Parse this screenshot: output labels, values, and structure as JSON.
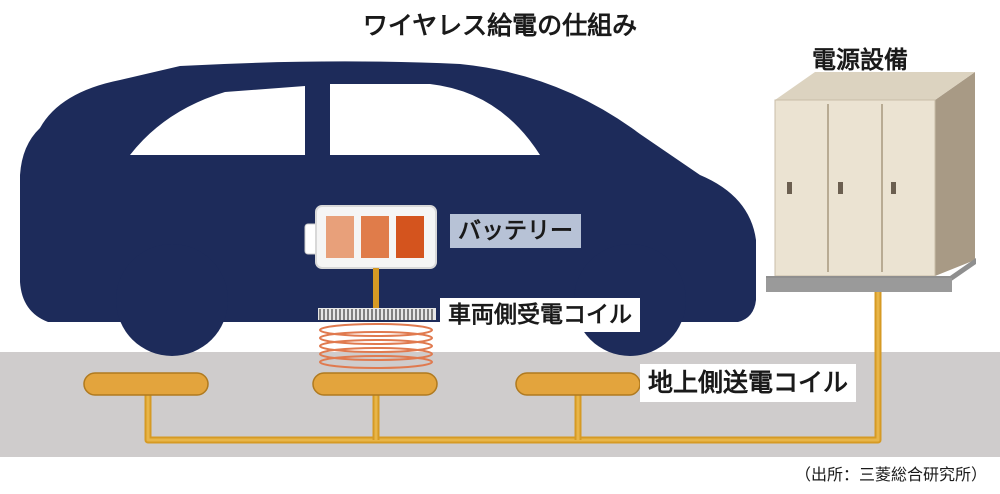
{
  "title": "ワイヤレス給電の仕組み",
  "labels": {
    "power_equipment": "電源設備",
    "battery": "バッテリー",
    "vehicle_coil": "車両側受電コイル",
    "ground_coil": "地上側送電コイル"
  },
  "source": "（出所：三菱総合研究所）",
  "colors": {
    "car": "#1d2b5a",
    "ground": "#cfcccc",
    "cable": "#dba12e",
    "pad": "#e3a43d",
    "coil": "#e07a4f",
    "battery_cells": [
      "#e8a07a",
      "#e07c4a",
      "#d4541e"
    ],
    "cabinet": "#ebe3d2"
  }
}
